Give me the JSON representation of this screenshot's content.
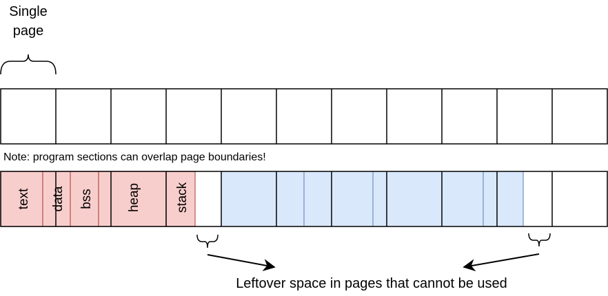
{
  "labels": {
    "single_page_line1": "Single",
    "single_page_line2": "page",
    "note": "Note: program sections can overlap page boundaries!",
    "leftover": "Leftover space in pages that cannot be used"
  },
  "sections": [
    {
      "name": "text"
    },
    {
      "name": "data"
    },
    {
      "name": "bss"
    },
    {
      "name": "heap"
    },
    {
      "name": "stack"
    }
  ],
  "colors": {
    "section_fill": "#f8cecc",
    "section_stroke": "#b85450",
    "free_fill": "#dae8fc",
    "free_stroke": "#6c8ebf",
    "outline": "#000000"
  }
}
